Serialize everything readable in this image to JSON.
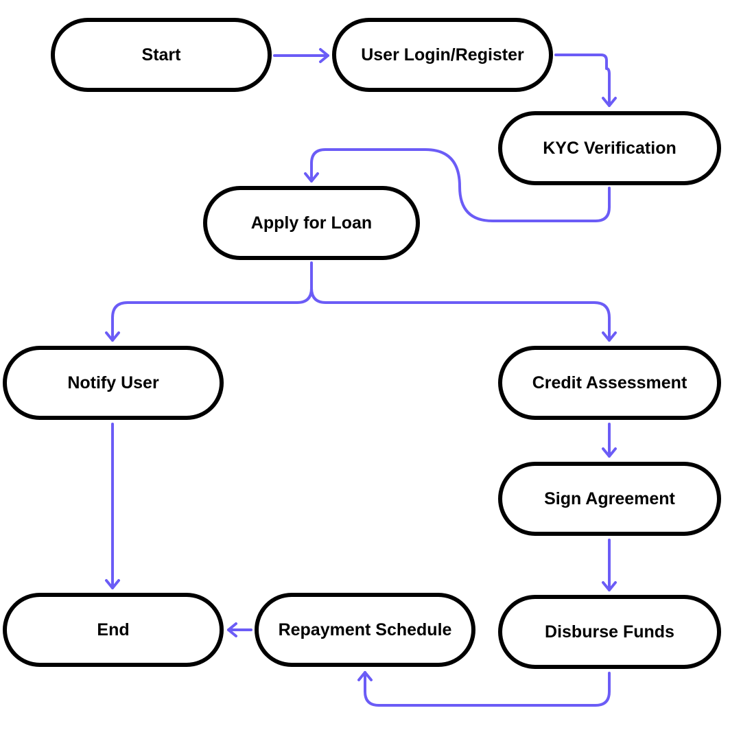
{
  "colors": {
    "connector": "#6b5cf6",
    "node_border": "#000000",
    "node_fill": "#ffffff",
    "background": "#ffffff"
  },
  "nodes": {
    "start": "Start",
    "login": "User Login/Register",
    "kyc": "KYC Verification",
    "apply": "Apply for Loan",
    "notify": "Notify User",
    "credit": "Credit Assessment",
    "sign": "Sign Agreement",
    "end": "End",
    "repay": "Repayment Schedule",
    "disburse": "Disburse Funds"
  },
  "edges": [
    {
      "from": "start",
      "to": "login"
    },
    {
      "from": "login",
      "to": "kyc"
    },
    {
      "from": "kyc",
      "to": "apply"
    },
    {
      "from": "apply",
      "to": "notify"
    },
    {
      "from": "apply",
      "to": "credit"
    },
    {
      "from": "notify",
      "to": "end"
    },
    {
      "from": "credit",
      "to": "sign"
    },
    {
      "from": "sign",
      "to": "disburse"
    },
    {
      "from": "disburse",
      "to": "repay"
    },
    {
      "from": "repay",
      "to": "end"
    }
  ]
}
